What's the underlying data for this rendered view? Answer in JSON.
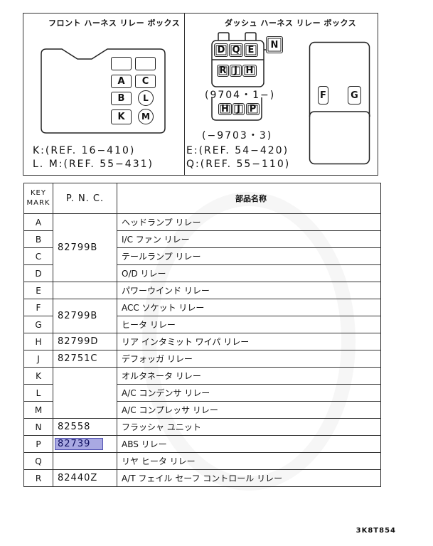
{
  "front_box": {
    "title": "フロント ハーネス リレー ボックス",
    "slots": [
      "",
      "",
      "A",
      "C",
      "B",
      "K"
    ],
    "circles": [
      "L",
      "M"
    ],
    "refs": [
      "K:(REF. 16−410)",
      "L. M:(REF. 55−431)"
    ]
  },
  "dash_box": {
    "title": "ダッシュ ハーネス リレー ボックス",
    "upper_row": [
      "D",
      "Q",
      "E"
    ],
    "side_slot": "N",
    "lower_row": [
      "R",
      "J",
      "H"
    ],
    "date_new": "(9704・1−)",
    "old_row": [
      "H",
      "J",
      "P"
    ],
    "date_old": "(−9703・3)",
    "right_slots": [
      "F",
      "G"
    ],
    "refs": [
      "E:(REF. 54−420)",
      "Q:(REF. 55−110)"
    ]
  },
  "table": {
    "headers": {
      "key_line1": "KEY",
      "key_line2": "MARK",
      "pnc": "P. N. C.",
      "name": "部品名称"
    },
    "rows": [
      {
        "key": "A",
        "pnc": "",
        "name": "ヘッドランプ リレー"
      },
      {
        "key": "B",
        "pnc": "82799B",
        "name": "I/C ファン リレー"
      },
      {
        "key": "C",
        "pnc": "",
        "name": "テールランプ リレー"
      },
      {
        "key": "D",
        "pnc": "",
        "name": "O/D リレー"
      },
      {
        "key": "E",
        "pnc": "",
        "name": "パワーウインド リレー"
      },
      {
        "key": "F",
        "pnc": "82799B",
        "name": "ACC ソケット リレー"
      },
      {
        "key": "G",
        "pnc": "",
        "name": "ヒータ リレー"
      },
      {
        "key": "H",
        "pnc": "82799D",
        "name": "リア インタミット ワイパ リレー"
      },
      {
        "key": "J",
        "pnc": "82751C",
        "name": "デフォッガ リレー"
      },
      {
        "key": "K",
        "pnc": "",
        "name": "オルタネータ リレー"
      },
      {
        "key": "L",
        "pnc": "",
        "name": "A/C コンデンサ リレー"
      },
      {
        "key": "M",
        "pnc": "",
        "name": "A/C コンプレッサ リレー"
      },
      {
        "key": "N",
        "pnc": "82558",
        "name": "フラッシャ ユニット"
      },
      {
        "key": "P",
        "pnc": "82739",
        "name": "ABS リレー",
        "highlighted": true
      },
      {
        "key": "Q",
        "pnc": "",
        "name": "リヤ ヒータ リレー"
      },
      {
        "key": "R",
        "pnc": "82440Z",
        "name": "A/T フェイル セーフ コントロール リレー"
      }
    ]
  },
  "diagram_code": "3K8T854",
  "colors": {
    "highlight_bg": "#a9a9e2",
    "highlight_border": "#5050b0",
    "line": "#333333"
  }
}
